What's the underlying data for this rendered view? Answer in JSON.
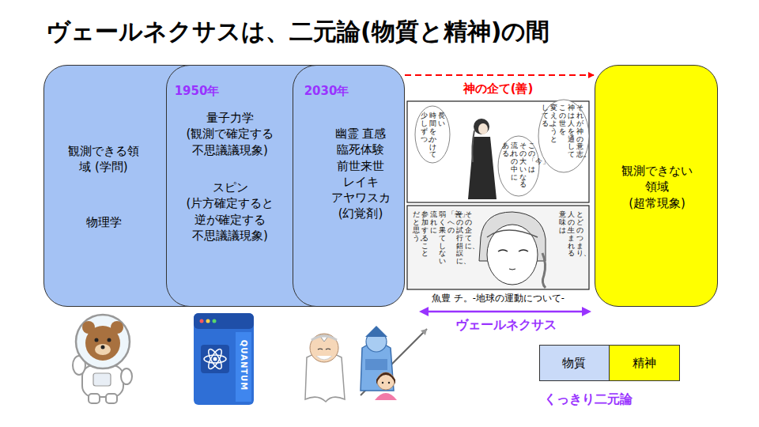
{
  "diagram": {
    "title": "ヴェールネクサスは、二元論(物質と精神)の間",
    "nodes": [
      {
        "text": [
          "観測できる領 域 (学問)",
          "物理学"
        ]
      },
      {
        "text": [
          "1950年",
          "量子力学 (観測で確定する 不思議議現象)",
          "スピン (片方確定すると 逆が確定する 不思議議現象)"
        ]
      },
      {
        "text": [
          "2030年",
          "幽霊 直感 臨死体験 前世来世 レイキ アヤワスカ (幻覚剤)"
        ]
      },
      {
        "text": [
          "観測できない 領域 (超常現象)"
        ]
      },
      {
        "text": [
          "物質"
        ]
      },
      {
        "text": [
          "精神"
        ]
      }
    ],
    "edges": [
      {
        "from": 2,
        "to": 3,
        "arrow": "to"
      }
    ],
    "labels": [
      "神の企て(善)",
      "それが神の意志。",
      "神は人を通して",
      "この世を",
      "変えようと",
      "してる。",
      "この「今」は",
      "その大いなる",
      "流れの中に",
      "ある。",
      "長い",
      "時間をかけて",
      "少しずつ。",
      "とどのつまり、",
      "人の生まれる",
      "意味は、",
      "その企てに、",
      "その試行錯誤に、",
      "「善」への",
      "弱く果てしない",
      "流れに",
      "参加すること",
      "だと思う。",
      "魚豊 チ。-地球の運動について-",
      "ヴェールネクサス",
      "QUANTUM",
      "くっきり二元論"
    ]
  }
}
